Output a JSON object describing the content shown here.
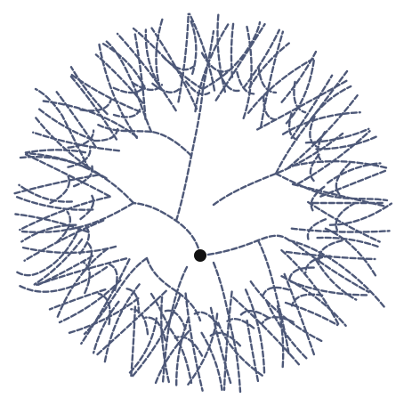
{
  "maze": {
    "shape": "circle",
    "style": "dashed-branching-paths",
    "path_color": "#4d5878",
    "path_dash": "6 3",
    "marker_color": "#111111",
    "background": "#ffffff",
    "marker_icon": "start-dot-icon"
  }
}
